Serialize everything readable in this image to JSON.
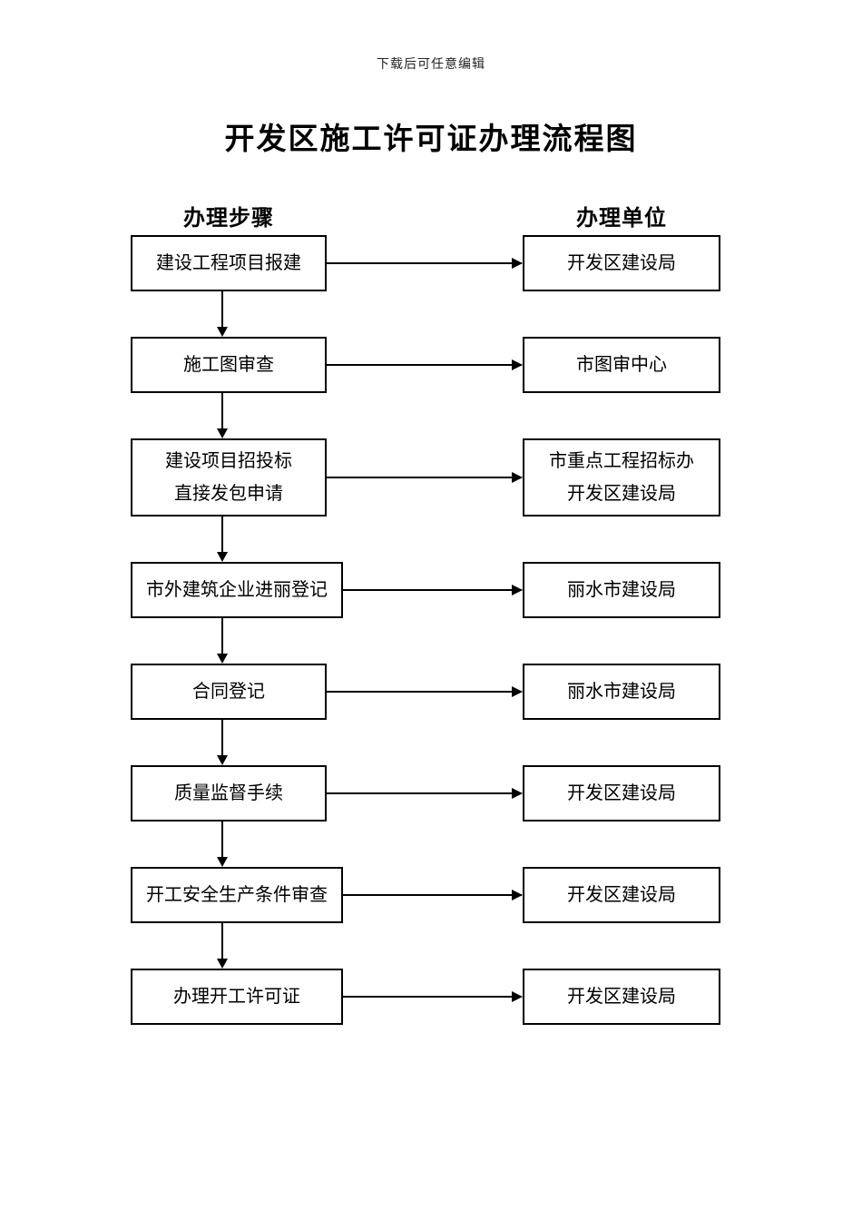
{
  "page": {
    "note": "下载后可任意编辑",
    "title": "开发区施工许可证办理流程图",
    "column_headers": {
      "steps": "办理步骤",
      "units": "办理单位"
    },
    "colors": {
      "line": "#000000",
      "text": "#000000",
      "background": "#ffffff"
    }
  },
  "flow": {
    "rows": [
      {
        "step": "建设工程项目报建",
        "unit": "开发区建设局"
      },
      {
        "step": "施工图审查",
        "unit": "市图审中心"
      },
      {
        "step": "建设项目招投标\n直接发包申请",
        "unit": "市重点工程招标办\n开发区建设局"
      },
      {
        "step": "市外建筑企业进丽登记",
        "unit": "丽水市建设局"
      },
      {
        "step": "合同登记",
        "unit": "丽水市建设局"
      },
      {
        "step": "质量监督手续",
        "unit": "开发区建设局"
      },
      {
        "step": "开工安全生产条件审查",
        "unit": "开发区建设局"
      },
      {
        "step": "办理开工许可证",
        "unit": "开发区建设局"
      }
    ]
  }
}
